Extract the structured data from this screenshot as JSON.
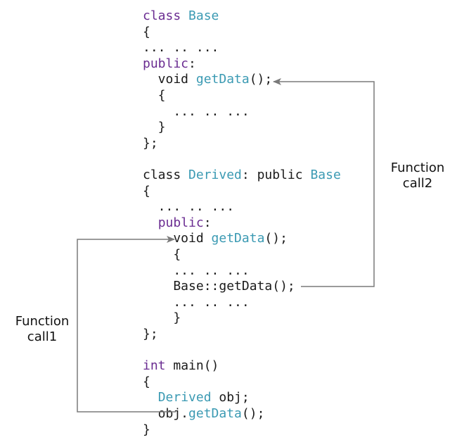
{
  "colors": {
    "keyword": "#6a2c91",
    "type": "#3b9ab3",
    "text": "#1a1a1a",
    "arrow": "#7a7a7a"
  },
  "code_lines": [
    [
      {
        "t": "class ",
        "c": "kw"
      },
      {
        "t": "Base",
        "c": "type"
      }
    ],
    [
      {
        "t": "{",
        "c": "plain"
      }
    ],
    [
      {
        "t": "... .. ...",
        "c": "plain"
      }
    ],
    [
      {
        "t": "public",
        "c": "kw"
      },
      {
        "t": ":",
        "c": "plain"
      }
    ],
    [
      {
        "t": "  void ",
        "c": "plain"
      },
      {
        "t": "getData",
        "c": "type"
      },
      {
        "t": "();",
        "c": "plain"
      }
    ],
    [
      {
        "t": "  {",
        "c": "plain"
      }
    ],
    [
      {
        "t": "    ... .. ...",
        "c": "plain"
      }
    ],
    [
      {
        "t": "  }",
        "c": "plain"
      }
    ],
    [
      {
        "t": "};",
        "c": "plain"
      }
    ],
    [
      {
        "t": "",
        "c": "plain"
      }
    ],
    [
      {
        "t": "class ",
        "c": "plain"
      },
      {
        "t": "Derived",
        "c": "type"
      },
      {
        "t": ": public ",
        "c": "plain"
      },
      {
        "t": "Base",
        "c": "type"
      }
    ],
    [
      {
        "t": "{",
        "c": "plain"
      }
    ],
    [
      {
        "t": "  ... .. ...",
        "c": "plain"
      }
    ],
    [
      {
        "t": "  ",
        "c": "plain"
      },
      {
        "t": "public",
        "c": "kw"
      },
      {
        "t": ":",
        "c": "plain"
      }
    ],
    [
      {
        "t": "    void ",
        "c": "plain"
      },
      {
        "t": "getData",
        "c": "type"
      },
      {
        "t": "();",
        "c": "plain"
      }
    ],
    [
      {
        "t": "    {",
        "c": "plain"
      }
    ],
    [
      {
        "t": "    ... .. ...",
        "c": "plain"
      }
    ],
    [
      {
        "t": "    Base::getData();",
        "c": "plain"
      }
    ],
    [
      {
        "t": "    ... .. ...",
        "c": "plain"
      }
    ],
    [
      {
        "t": "    }",
        "c": "plain"
      }
    ],
    [
      {
        "t": "};",
        "c": "plain"
      }
    ],
    [
      {
        "t": "",
        "c": "plain"
      }
    ],
    [
      {
        "t": "int ",
        "c": "kw"
      },
      {
        "t": "main()",
        "c": "plain"
      }
    ],
    [
      {
        "t": "{",
        "c": "plain"
      }
    ],
    [
      {
        "t": "  ",
        "c": "plain"
      },
      {
        "t": "Derived",
        "c": "type"
      },
      {
        "t": " obj;",
        "c": "plain"
      }
    ],
    [
      {
        "t": "  obj.",
        "c": "plain"
      },
      {
        "t": "getData",
        "c": "type"
      },
      {
        "t": "();",
        "c": "plain"
      }
    ],
    [
      {
        "t": "}",
        "c": "plain"
      }
    ]
  ],
  "labels": {
    "call2": {
      "line1": "Function",
      "line2": "call2"
    },
    "call1": {
      "line1": "Function",
      "line2": "call1"
    }
  }
}
